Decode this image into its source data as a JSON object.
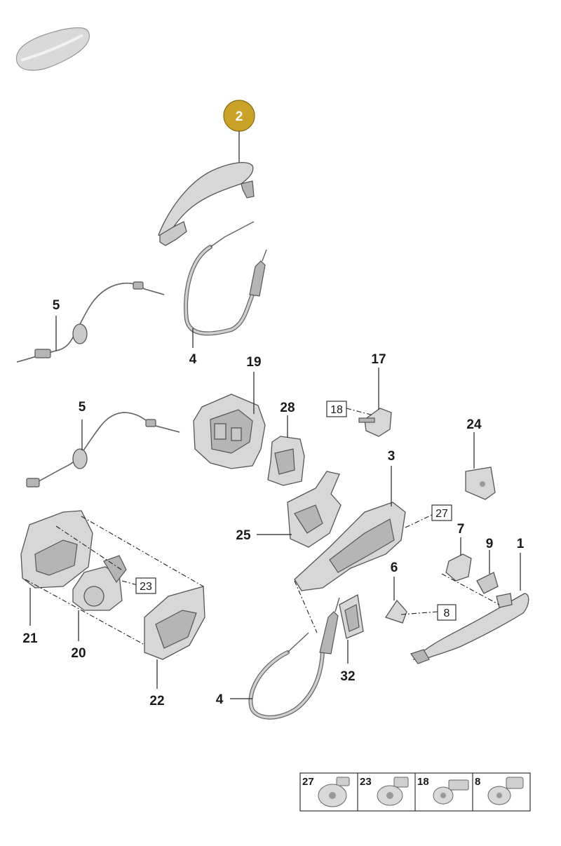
{
  "highlight": {
    "label": "2",
    "color": "#c9a227"
  },
  "callouts": [
    {
      "id": "c5a",
      "label": "5"
    },
    {
      "id": "c4a",
      "label": "4"
    },
    {
      "id": "c19",
      "label": "19"
    },
    {
      "id": "c17",
      "label": "17"
    },
    {
      "id": "c5b",
      "label": "5"
    },
    {
      "id": "c28",
      "label": "28"
    },
    {
      "id": "c24",
      "label": "24"
    },
    {
      "id": "c3",
      "label": "3"
    },
    {
      "id": "c25",
      "label": "25"
    },
    {
      "id": "c7",
      "label": "7"
    },
    {
      "id": "c9",
      "label": "9"
    },
    {
      "id": "c1",
      "label": "1"
    },
    {
      "id": "c6",
      "label": "6"
    },
    {
      "id": "c21",
      "label": "21"
    },
    {
      "id": "c20",
      "label": "20"
    },
    {
      "id": "c22",
      "label": "22"
    },
    {
      "id": "c32",
      "label": "32"
    },
    {
      "id": "c4b",
      "label": "4"
    }
  ],
  "boxed_callouts": [
    {
      "id": "b18",
      "label": "18"
    },
    {
      "id": "b27",
      "label": "27"
    },
    {
      "id": "b23",
      "label": "23"
    },
    {
      "id": "b8",
      "label": "8"
    }
  ],
  "screw_legend": [
    {
      "label": "27",
      "icon": "flat-head-screw-icon"
    },
    {
      "label": "23",
      "icon": "flange-screw-icon"
    },
    {
      "label": "18",
      "icon": "torx-screw-icon"
    },
    {
      "label": "8",
      "icon": "pan-head-screw-icon"
    }
  ]
}
